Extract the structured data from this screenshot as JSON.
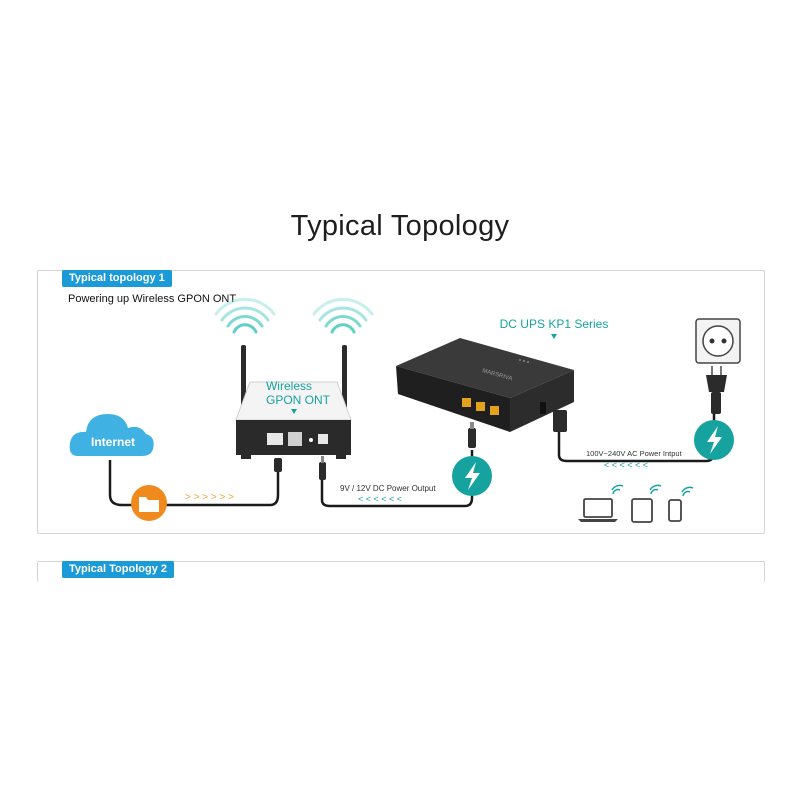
{
  "page": {
    "title": "Typical Topology"
  },
  "topology1": {
    "tag": "Typical topology 1",
    "subtitle": "Powering up Wireless GPON ONT",
    "internet_label": "Internet",
    "ont_label_line1": "Wireless",
    "ont_label_line2": "GPON ONT",
    "ups_label": "DC UPS KP1 Series",
    "ups_brand": "MARSRIVA",
    "dc_output_label": "9V / 12V DC Power Output",
    "ac_input_label": "100V~240V AC Power Intput",
    "arrows_right": "> > > > > >",
    "arrows_left": "< < < < < <"
  },
  "topology2": {
    "tag": "Typical Topology 2"
  },
  "colors": {
    "accent_blue": "#1a9ad6",
    "teal": "#16a3a0",
    "orange": "#f08a1c",
    "cloud": "#3fb2e3",
    "device_dark": "#2b2b2b"
  }
}
